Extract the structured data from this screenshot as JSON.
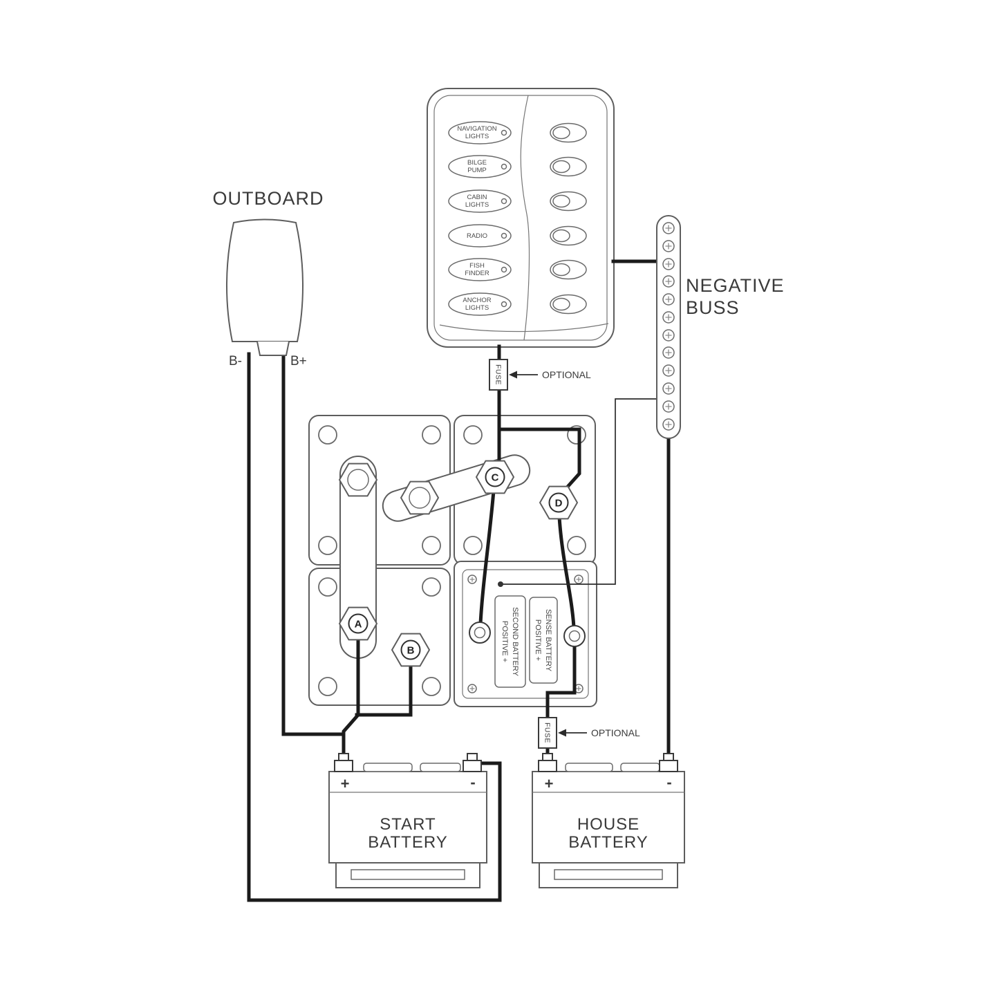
{
  "outboard": {
    "label": "OUTBOARD",
    "b_minus": "B-",
    "b_plus": "B+"
  },
  "negative_buss": {
    "line1": "NEGATIVE",
    "line2": "BUSS"
  },
  "switch_panel": {
    "switches": [
      {
        "line1": "NAVIGATION",
        "line2": "LIGHTS"
      },
      {
        "line1": "BILGE",
        "line2": "PUMP"
      },
      {
        "line1": "CABIN",
        "line2": "LIGHTS"
      },
      {
        "line1": "RADIO",
        "line2": ""
      },
      {
        "line1": "FISH",
        "line2": "FINDER"
      },
      {
        "line1": "ANCHOR",
        "line2": "LIGHTS"
      }
    ]
  },
  "fuse_top": {
    "label": "FUSE",
    "note": "OPTIONAL"
  },
  "fuse_bottom": {
    "label": "FUSE",
    "note": "OPTIONAL"
  },
  "terminals": {
    "a": "A",
    "b": "B",
    "c": "C",
    "d": "D"
  },
  "acr": {
    "second_battery": {
      "line1": "SECOND BATTERY",
      "line2": "POSITIVE +"
    },
    "sense_battery": {
      "line1": "SENSE BATTERY",
      "line2": "POSITIVE +"
    }
  },
  "batteries": {
    "start": {
      "line1": "START",
      "line2": "BATTERY",
      "positive": "+",
      "negative": "-"
    },
    "house": {
      "line1": "HOUSE",
      "line2": "BATTERY",
      "positive": "+",
      "negative": "-"
    }
  }
}
